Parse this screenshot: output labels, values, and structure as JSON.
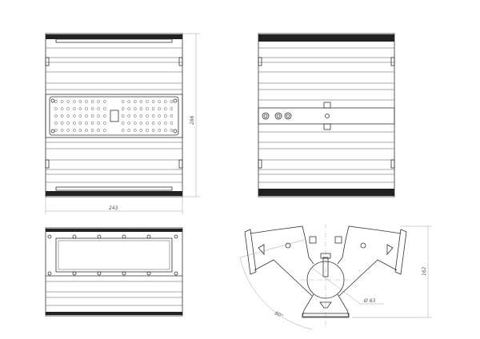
{
  "dimensions": {
    "height": "286",
    "width": "243",
    "depth": "162",
    "diameter": "Ø 63",
    "angle": "80°"
  },
  "colors": {
    "line": "#333333",
    "dimension": "#888888",
    "band": "#222222"
  }
}
